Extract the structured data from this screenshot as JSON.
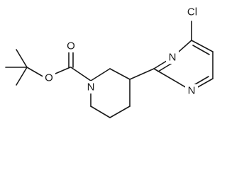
{
  "molecule": {
    "atoms": {
      "carbonyl_o": "O",
      "ester_o": "O",
      "piperidine_n": "N",
      "pyrimidine_n3": "N",
      "pyrimidine_n1": "N",
      "chlorine": "Cl"
    }
  }
}
